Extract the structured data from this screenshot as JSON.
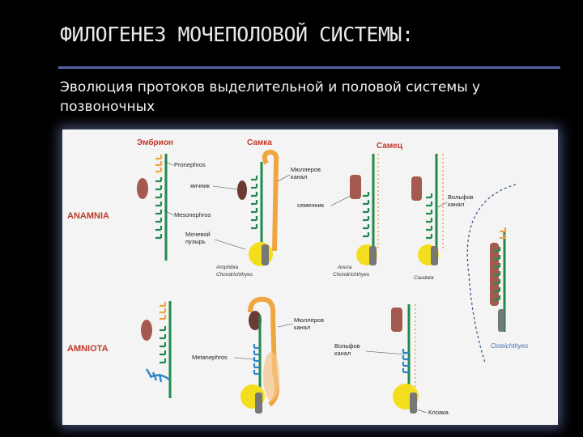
{
  "slide": {
    "title": "ФИЛОГЕНЕЗ МОЧЕПОЛОВОЙ СИСТЕМЫ:",
    "subtitle": "Эволюция протоков выделительной и половой  системы у позвоночных"
  },
  "figure": {
    "headers": {
      "embryo": "Эмбрион",
      "female": "Самка",
      "male": "Самец"
    },
    "groups": {
      "anamnia": "ANAMNIA",
      "amniota": "AMNIOTA"
    },
    "labels": {
      "pronephros": "Pronephros",
      "ovary": "яичник",
      "mesonephros": "Mesonephros",
      "bladder_line1": "Мочевой",
      "bladder_line2": "пузырь",
      "mullerian_top_1": "Мюллеров",
      "mullerian_top_2": "канал",
      "testis": "семенник",
      "wolffian_top_1": "Вольфов",
      "wolffian_top_2": "канал",
      "metanephros": "Metanephros",
      "mullerian_bot_1": "Мюллеров",
      "mullerian_bot_2": "канал",
      "wolffian_bot_1": "Вольфов",
      "wolffian_bot_2": "канал",
      "cloaca": "Клоака"
    },
    "taxa": {
      "female_1": "Amphibia",
      "female_2": "Chondrichthyes",
      "male_1": "Anura",
      "male_2": "Chondrichthyes",
      "male_3": "Caudata",
      "osteichthyes": "Osteichthyes"
    },
    "colors": {
      "kidney_green": "#1f8a4c",
      "pronephros_orange": "#f0a540",
      "gonad_brown": "#a45a4e",
      "bladder_yellow": "#f3de1e",
      "cloaca_gray": "#777777",
      "metanephros_blue": "#2f86c6",
      "group_red": "#c0392b"
    }
  }
}
